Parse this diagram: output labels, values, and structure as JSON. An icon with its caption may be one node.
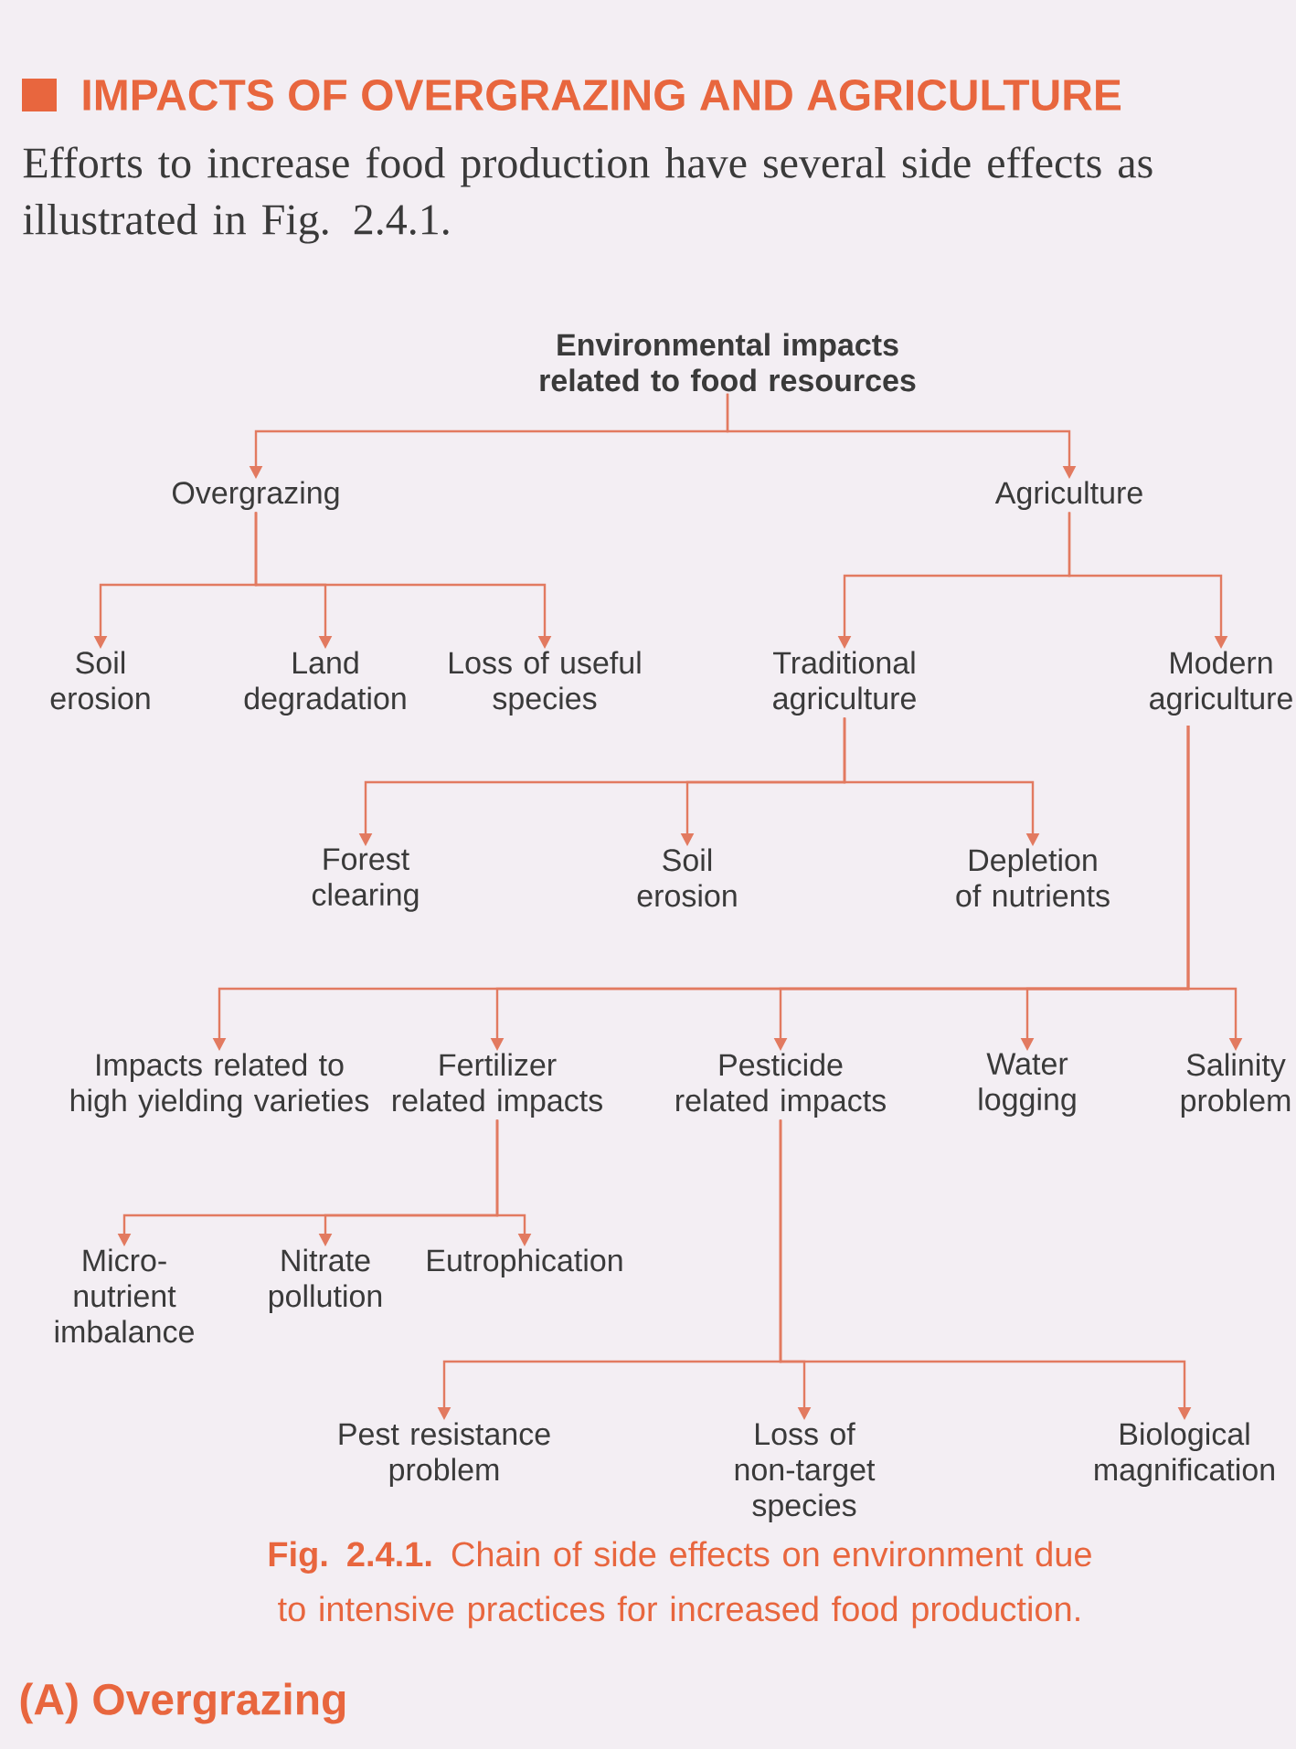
{
  "diagram": {
    "title": "IMPACTS OF OVERGRAZING AND AGRICULTURE",
    "caption": "**Fig. 2.4.1.** Chain of side effects on environment due to intensive practices for increased food production.",
    "nodes": [
      {
        "text": [
          "Environmental impacts related to food resources"
        ]
      },
      {
        "text": [
          "Overgrazing"
        ]
      },
      {
        "text": [
          "Agriculture"
        ]
      },
      {
        "text": [
          "Soil erosion"
        ]
      },
      {
        "text": [
          "Land degradation"
        ]
      },
      {
        "text": [
          "Loss of useful species"
        ]
      },
      {
        "text": [
          "Traditional agriculture"
        ]
      },
      {
        "text": [
          "Modern agriculture"
        ]
      },
      {
        "text": [
          "Forest clearing"
        ]
      },
      {
        "text": [
          "Soil erosion"
        ]
      },
      {
        "text": [
          "Depletion of nutrients"
        ]
      },
      {
        "text": [
          "Impacts related to high yielding varieties"
        ]
      },
      {
        "text": [
          "Fertilizer related impacts"
        ]
      },
      {
        "text": [
          "Pesticide related impacts"
        ]
      },
      {
        "text": [
          "Water logging"
        ]
      },
      {
        "text": [
          "Salinity problem"
        ]
      },
      {
        "text": [
          "Micro-nutrient imbalance"
        ]
      },
      {
        "text": [
          "Nitrate pollution"
        ]
      },
      {
        "text": [
          "Eutrophication"
        ]
      },
      {
        "text": [
          "Pest resistance problem"
        ]
      },
      {
        "text": [
          "Loss of non-target species"
        ]
      },
      {
        "text": [
          "Biological magnification"
        ]
      }
    ],
    "edges": [
      {
        "from": 0,
        "to": 1,
        "arrow": "to"
      },
      {
        "from": 0,
        "to": 2,
        "arrow": "to"
      },
      {
        "from": 1,
        "to": 3,
        "arrow": "to"
      },
      {
        "from": 1,
        "to": 4,
        "arrow": "to"
      },
      {
        "from": 1,
        "to": 5,
        "arrow": "to"
      },
      {
        "from": 2,
        "to": 6,
        "arrow": "to"
      },
      {
        "from": 2,
        "to": 7,
        "arrow": "to"
      },
      {
        "from": 6,
        "to": 8,
        "arrow": "to"
      },
      {
        "from": 6,
        "to": 9,
        "arrow": "to"
      },
      {
        "from": 6,
        "to": 10,
        "arrow": "to"
      },
      {
        "from": 7,
        "to": 11,
        "arrow": "to"
      },
      {
        "from": 7,
        "to": 12,
        "arrow": "to"
      },
      {
        "from": 7,
        "to": 13,
        "arrow": "to"
      },
      {
        "from": 7,
        "to": 14,
        "arrow": "to"
      },
      {
        "from": 7,
        "to": 15,
        "arrow": "to"
      },
      {
        "from": 12,
        "to": 16,
        "arrow": "to"
      },
      {
        "from": 12,
        "to": 17,
        "arrow": "to"
      },
      {
        "from": 12,
        "to": 18,
        "arrow": "to"
      },
      {
        "from": 13,
        "to": 19,
        "arrow": "to"
      },
      {
        "from": 13,
        "to": 20,
        "arrow": "to"
      },
      {
        "from": 13,
        "to": 21,
        "arrow": "to"
      }
    ],
    "labels": [
      "Efforts to increase food production have several side effects as illustrated in Fig. 2.4.1.",
      "(A) Overgrazing"
    ]
  }
}
